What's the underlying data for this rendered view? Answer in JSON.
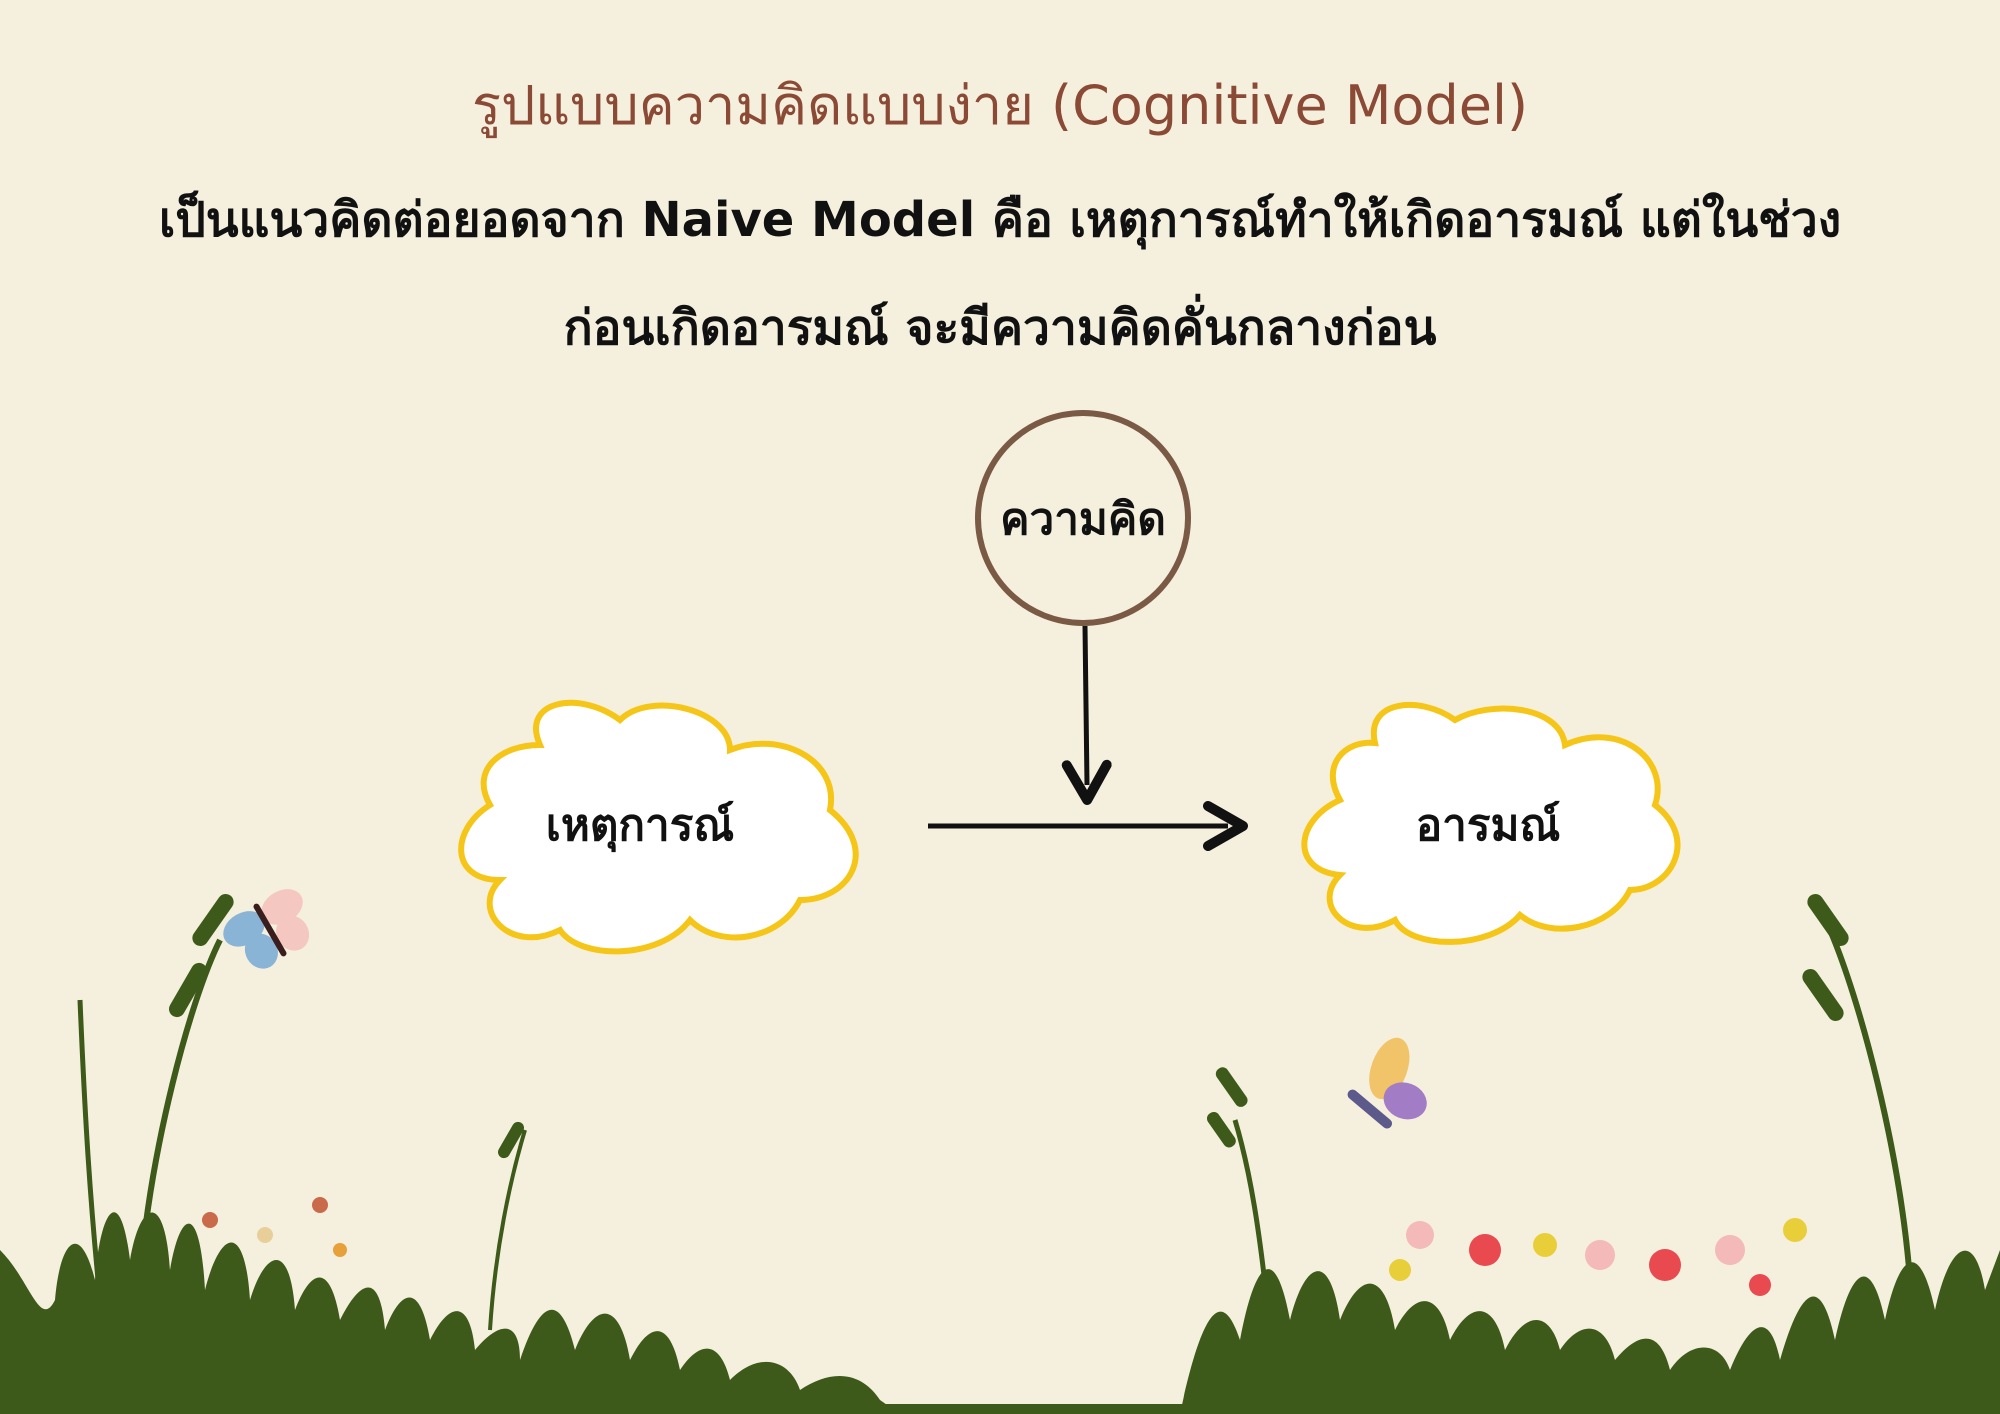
{
  "title": "รูปแบบความคิดแบบง่าย (Cognitive Model)",
  "subtitle_line1": "เป็นแนวคิดต่อยอดจาก Naive Model คือ เหตุการณ์ทำให้เกิดอารมณ์ แต่ในช่วง",
  "subtitle_line2": "ก่อนเกิดอารมณ์ จะมีความคิดคั่นกลางก่อน",
  "nodes": {
    "thought": "ความคิด",
    "event": "เหตุการณ์",
    "emotion": "อารมณ์"
  },
  "colors": {
    "background": "#f5f0de",
    "title": "#8a4a36",
    "circle_stroke": "#7b5a45",
    "cloud_stroke": "#f5c518",
    "cloud_fill": "#ffffff",
    "grass": "#3e5a1a"
  }
}
